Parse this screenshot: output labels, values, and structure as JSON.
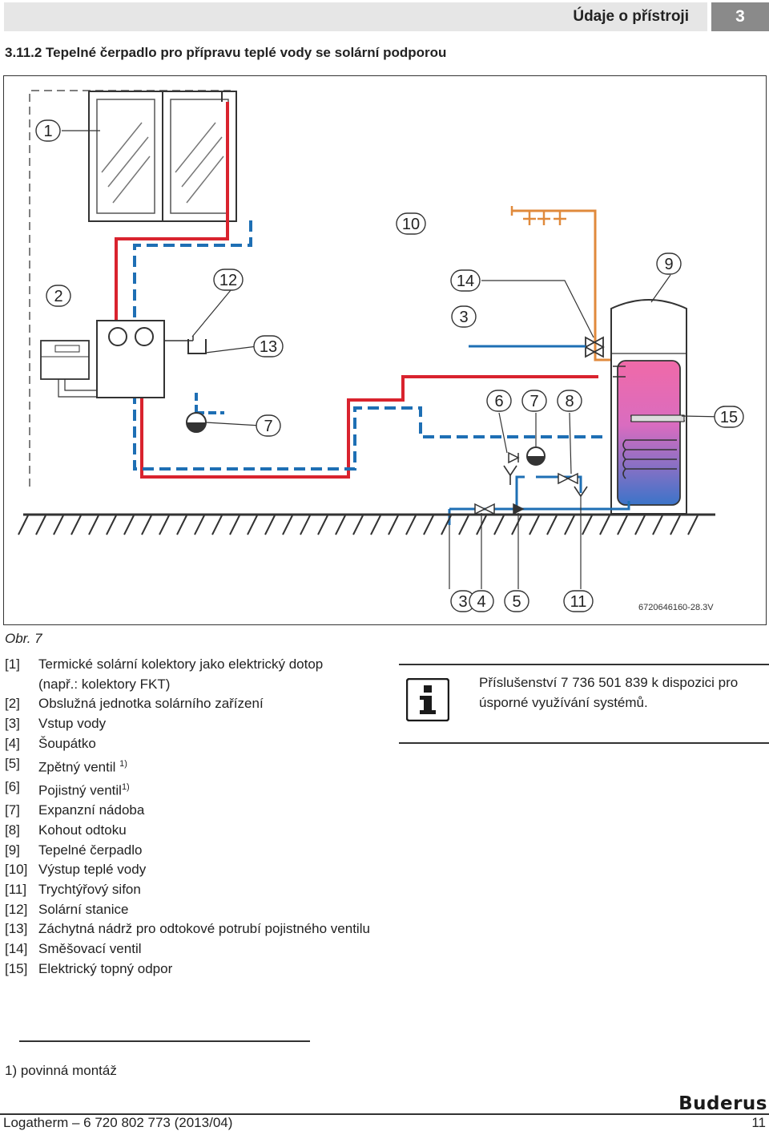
{
  "header": {
    "section_name": "Údaje o přístroji",
    "chapter_number": "3"
  },
  "section_title": "3.11.2  Tepelné čerpadlo pro přípravu teplé vody se solární podporou",
  "figure": {
    "code": "6720646160-28.3V",
    "caption": "Obr. 7",
    "callouts": [
      "1",
      "2",
      "3",
      "3",
      "4",
      "5",
      "6",
      "7",
      "7",
      "8",
      "9",
      "10",
      "11",
      "12",
      "13",
      "14",
      "15"
    ],
    "colors": {
      "hot": "#d9232e",
      "cold": "#1e6fb4",
      "warm_water": "#e08a3c",
      "tank_top": "#f06aa8",
      "tank_bottom": "#3b74c9"
    }
  },
  "legend": [
    {
      "key": "[1]",
      "text": "Termické solární kolektory jako elektrický dotop",
      "text2": "(např.: kolektory FKT)"
    },
    {
      "key": "[2]",
      "text": "Obslužná jednotka solárního zařízení"
    },
    {
      "key": "[3]",
      "text": "Vstup vody"
    },
    {
      "key": "[4]",
      "text": "Šoupátko"
    },
    {
      "key": "[5]",
      "text": "Zpětný ventil",
      "sup": "1)"
    },
    {
      "key": "[6]",
      "text": "Pojistný ventil",
      "sup": "1)"
    },
    {
      "key": "[7]",
      "text": "Expanzní nádoba"
    },
    {
      "key": "[8]",
      "text": "Kohout odtoku"
    },
    {
      "key": "[9]",
      "text": "Tepelné čerpadlo"
    },
    {
      "key": "[10]",
      "text": "Výstup teplé vody"
    },
    {
      "key": "[11]",
      "text": "Trychtýřový sifon"
    },
    {
      "key": "[12]",
      "text": "Solární stanice"
    },
    {
      "key": "[13]",
      "text": "Záchytná nádrž pro odtokové potrubí pojistného ventilu"
    },
    {
      "key": "[14]",
      "text": "Směšovací ventil"
    },
    {
      "key": "[15]",
      "text": "Elektrický topný odpor"
    }
  ],
  "note": {
    "icon": "info-icon",
    "text": "Příslušenství 7 736 501 839 k dispozici pro úsporné využívání systémů."
  },
  "footnote": "1) povinná montáž",
  "footer": {
    "brand": "Buderus",
    "left": "Logatherm – 6 720 802 773 (2013/04)",
    "page": "11"
  }
}
